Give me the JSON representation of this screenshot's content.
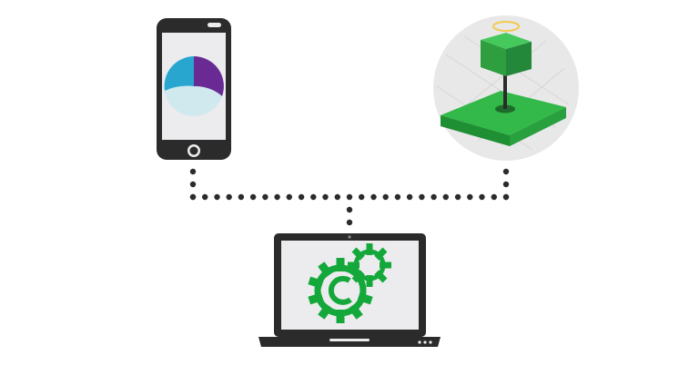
{
  "diagram": {
    "nodes": [
      {
        "id": "phone",
        "kind": "smartphone",
        "screen_icon": "app-logo-icon"
      },
      {
        "id": "sensor",
        "kind": "3d-model",
        "screen_icon": "green-sensor-cube-icon"
      },
      {
        "id": "laptop",
        "kind": "laptop",
        "screen_icon": "gears-icon"
      }
    ],
    "connections": [
      {
        "from": "phone",
        "to": "laptop",
        "style": "dotted"
      },
      {
        "from": "sensor",
        "to": "laptop",
        "style": "dotted"
      }
    ]
  },
  "colors": {
    "device_body": "#2b2b2b",
    "screen": "#ececee",
    "accent_green": "#14a83b",
    "model_green": "#33b84a",
    "model_green_dark": "#1f8f33",
    "logo_teal": "#29a6cf",
    "logo_purple": "#6a2a93",
    "logo_light": "#cfe9ef",
    "halo_yellow": "#f2c94c",
    "backdrop_gray": "#e8e8e8"
  }
}
